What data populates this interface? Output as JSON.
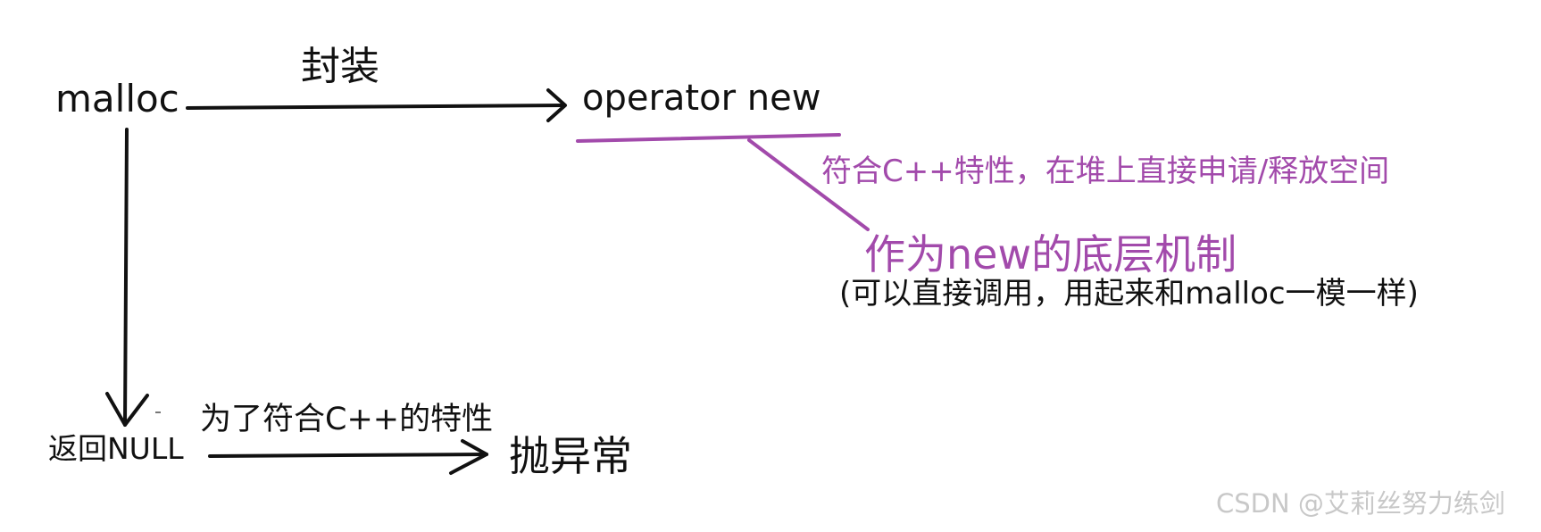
{
  "accent_color": "#a24aab",
  "nodes": {
    "malloc": "malloc",
    "operator_new": "operator new",
    "return_null": "返回NULL",
    "throw_exception": "抛异常"
  },
  "edges": {
    "wrap_label": "封装",
    "cpp_feature_label": "为了符合C++的特性"
  },
  "notes": {
    "feature": "符合C++特性，在堆上直接申请/释放空间",
    "mechanism": "作为new的底层机制",
    "usage": "(可以直接调用，用起来和malloc一模一样)"
  },
  "watermark": "CSDN @艾莉丝努力练剑"
}
